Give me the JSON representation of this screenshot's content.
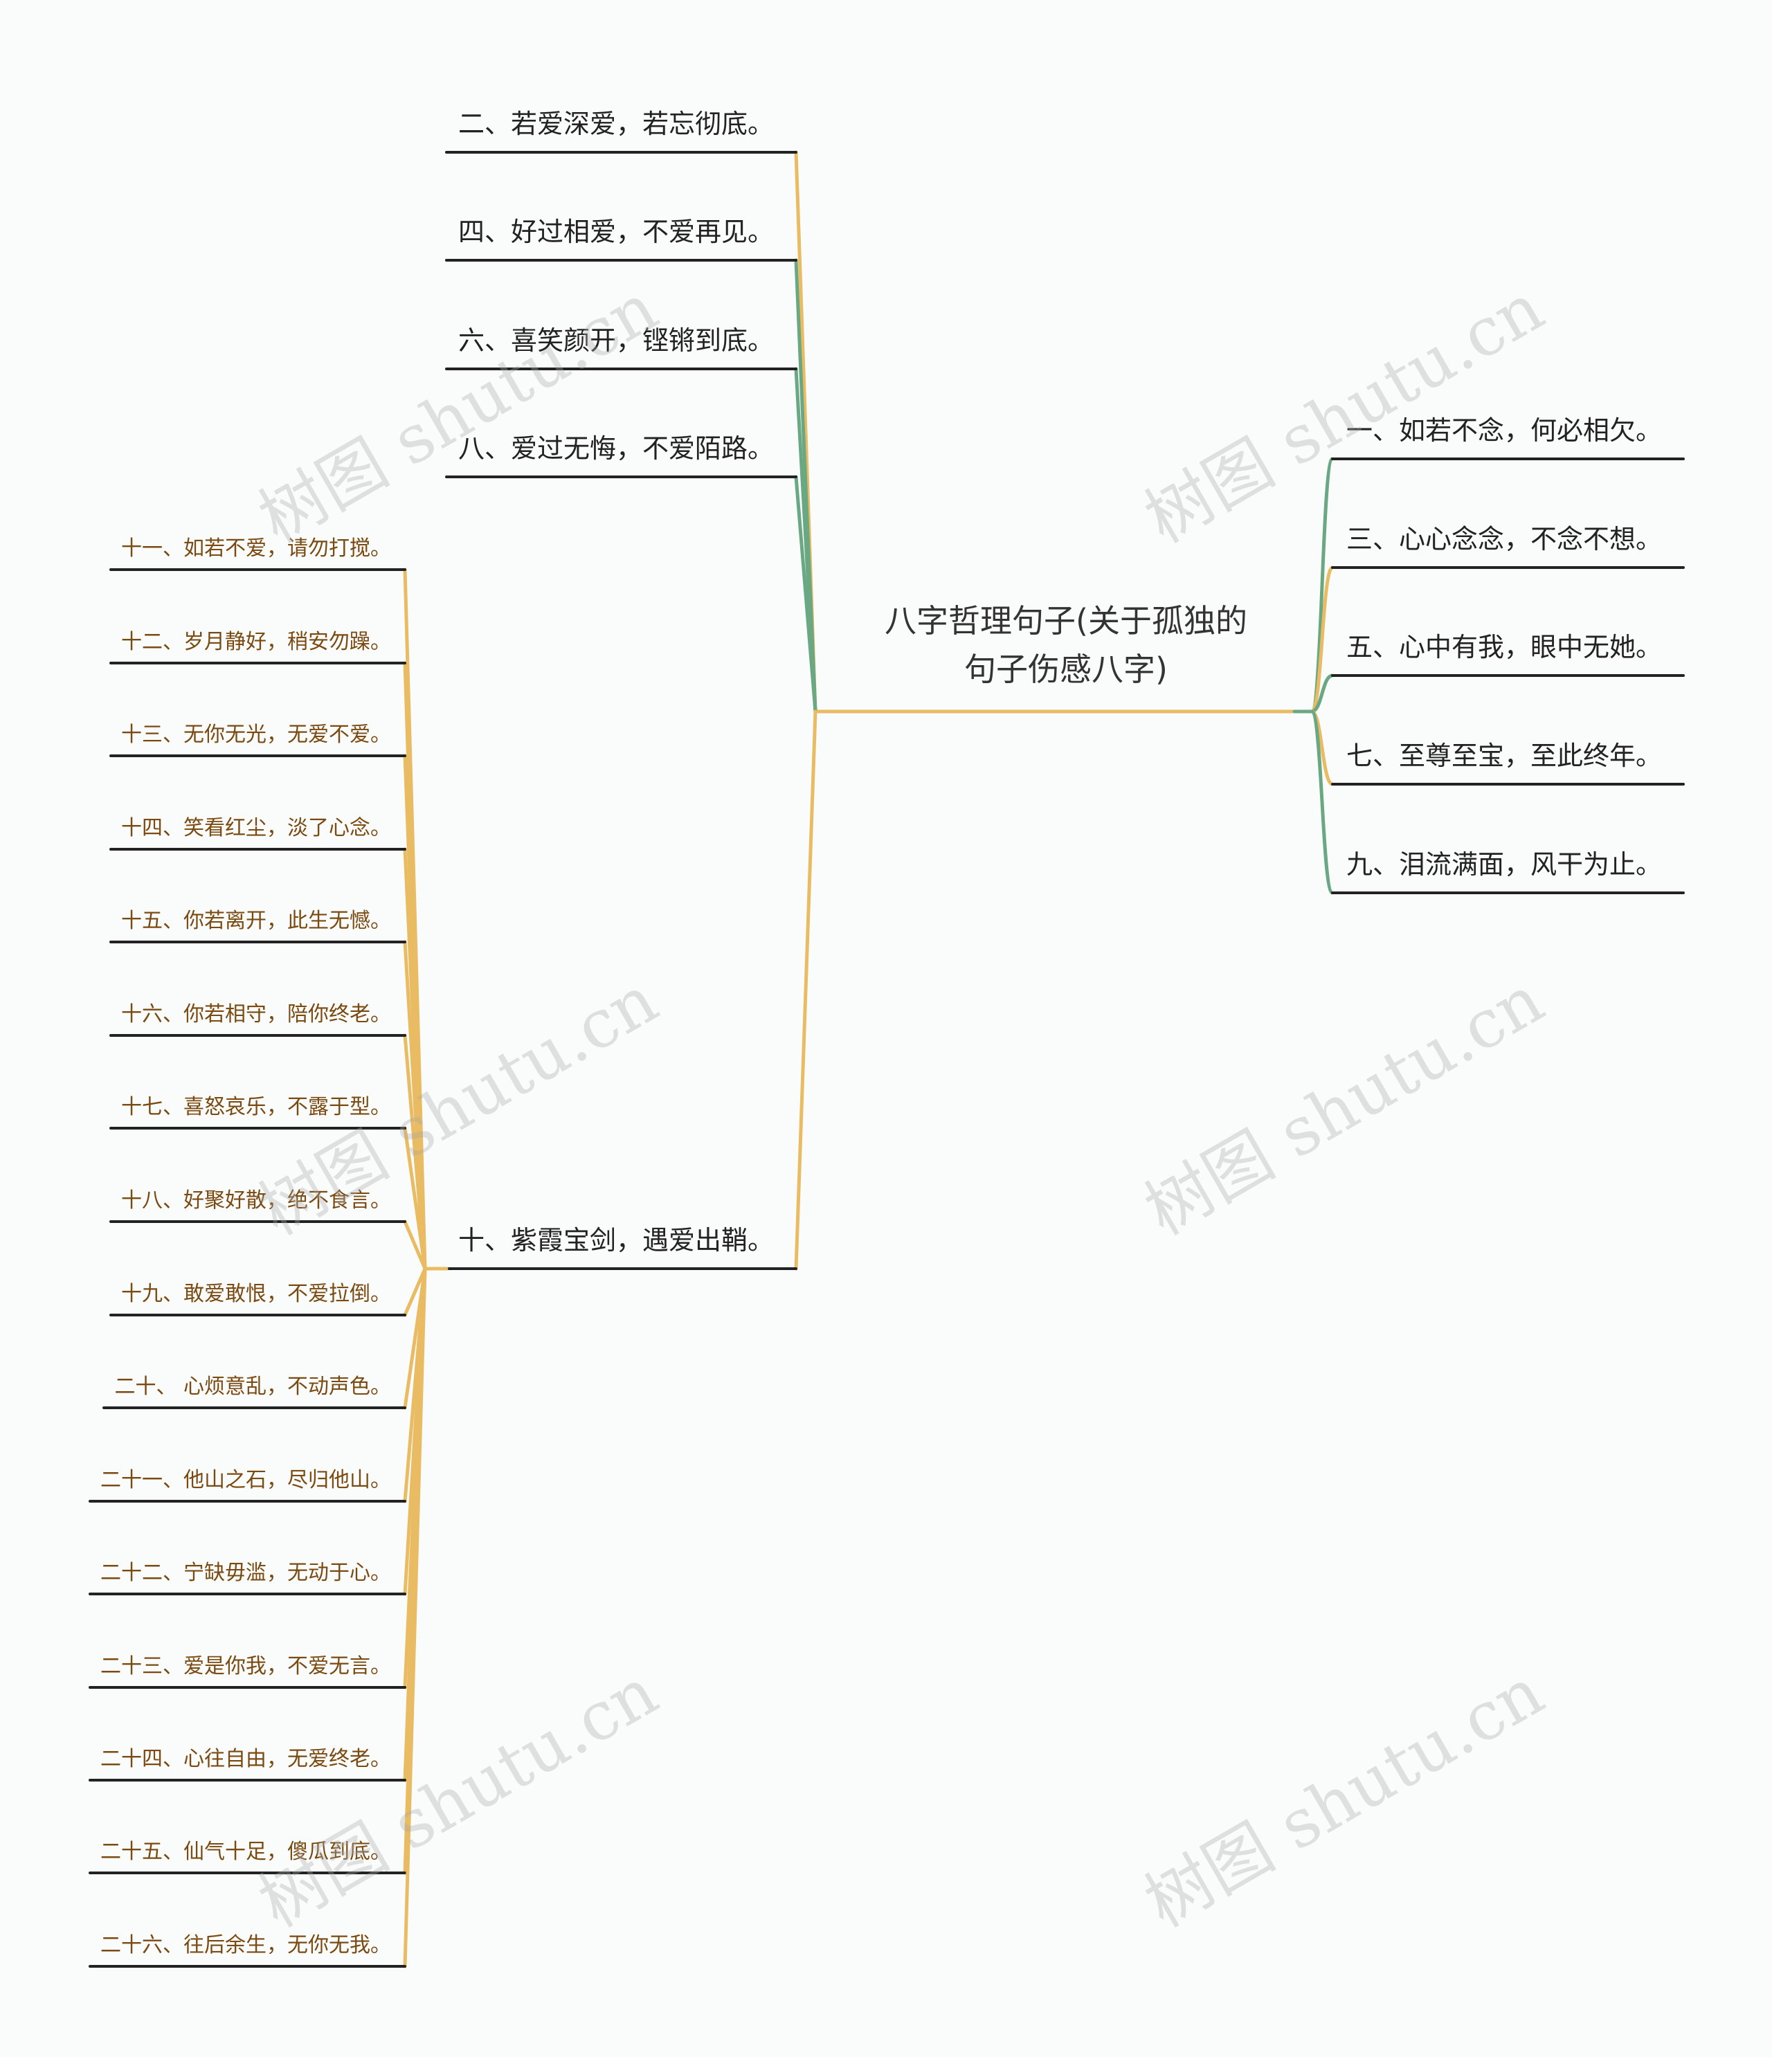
{
  "root": {
    "line1": "八字哲理句子(关于孤独的",
    "line2": "句子伤感八字)"
  },
  "right_branches": [
    "一、如若不念，何必相欠。",
    "三、心心念念，不念不想。",
    "五、心中有我，眼中无她。",
    "七、至尊至宝，至此终年。",
    "九、泪流满面，风干为止。"
  ],
  "left_branches": [
    "二、若爱深爱，若忘彻底。",
    "四、好过相爱，不爱再见。",
    "六、喜笑颜开，铿锵到底。",
    "八、爱过无悔，不爱陌路。",
    "十、紫霞宝剑，遇爱出鞘。"
  ],
  "sub_branches": [
    "十一、如若不爱，请勿打搅。",
    "十二、岁月静好，稍安勿躁。",
    "十三、无你无光，无爱不爱。",
    "十四、笑看红尘，淡了心念。",
    "十五、你若离开，此生无憾。",
    "十六、你若相守，陪你终老。",
    "十七、喜怒哀乐，不露于型。",
    "十八、好聚好散，绝不食言。",
    "十九、敢爱敢恨，不爱拉倒。",
    "二十、 心烦意乱，不动声色。",
    "二十一、他山之石，尽归他山。",
    "二十二、宁缺毋滥，无动于心。",
    "二十三、爱是你我，不爱无言。",
    "二十四、心往自由，无爱终老。",
    "二十五、仙气十足，傻瓜到底。",
    "二十六、往后余生，无你无我。"
  ],
  "watermark": "树图 shutu.cn",
  "colors": {
    "orange": "#e9bb62",
    "green": "#6aa884",
    "underline": "#222222",
    "sub_text": "#7a4a10"
  }
}
